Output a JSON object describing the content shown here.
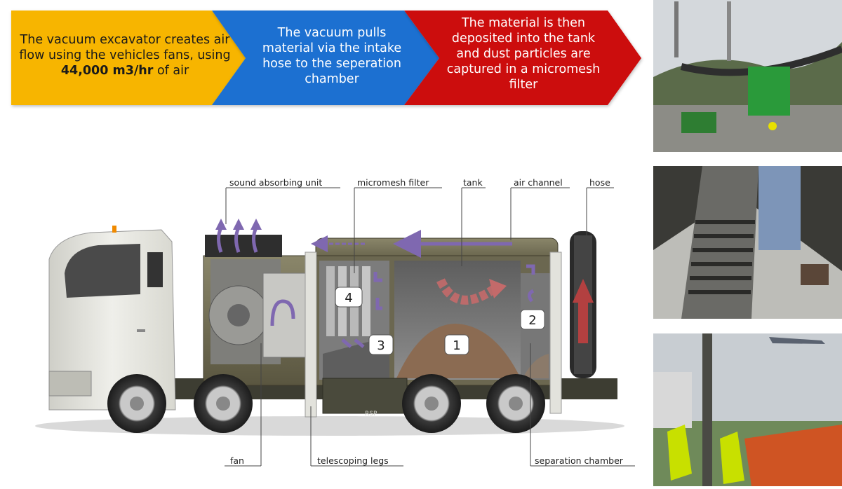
{
  "process_steps": [
    {
      "text_before": "The vacuum excavator creates air flow using the vehicles fans, using",
      "highlight": "44,000 m3/hr",
      "text_after": "of air",
      "color": "#f7b500"
    },
    {
      "text": "The vacuum pulls material via the intake hose to the seperation chamber",
      "color": "#1f6fd1"
    },
    {
      "text": "The material is then deposited into the tank and dust particles are captured in a micromesh filter",
      "color": "#cc1111"
    }
  ],
  "diagram": {
    "labels": {
      "sound_absorbing_unit": "sound absorbing unit",
      "micromesh_filter": "micromesh filter",
      "tank": "tank",
      "air_channel": "air channel",
      "hose": "hose",
      "fan": "fan",
      "telescoping_legs": "telescoping legs",
      "separation_chamber": "separation chamber"
    },
    "numbers": [
      "1",
      "2",
      "3",
      "4"
    ],
    "brand": "RSP",
    "colors": {
      "truck_body": "#e6e6e0",
      "machine_body": "#6e6a4e",
      "airflow": "#7f68b0",
      "material_flow": "#c46a6a",
      "hose_arrow": "#b34040"
    }
  },
  "photos": [
    {
      "name": "site-photo-conveyor",
      "icon": "photo-icon"
    },
    {
      "name": "site-photo-hose-closeup",
      "icon": "photo-icon"
    },
    {
      "name": "site-photo-airport",
      "icon": "photo-icon"
    }
  ]
}
